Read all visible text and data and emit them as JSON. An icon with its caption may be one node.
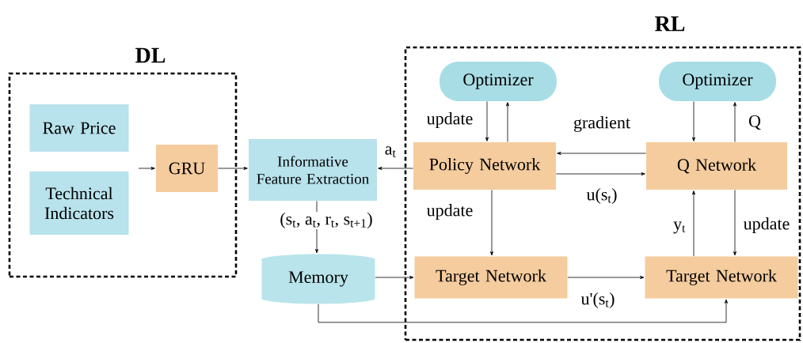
{
  "diagram": {
    "nodes": [
      {
        "text": [
          "DL"
        ]
      },
      {
        "text": [
          "Raw Price"
        ],
        "in": 0
      },
      {
        "text": [
          "Technical Indicators"
        ],
        "in": 0
      },
      {
        "text": [
          "GRU"
        ],
        "in": 0
      },
      {
        "text": [
          "RL"
        ]
      },
      {
        "text": [
          "Informative Feature Extraction"
        ]
      },
      {
        "text": [
          "Memory"
        ]
      },
      {
        "text": [
          "Optimizer"
        ],
        "in": 4
      },
      {
        "text": [
          "Optimizer"
        ],
        "in": 4
      },
      {
        "text": [
          "Policy Network"
        ],
        "in": 4
      },
      {
        "text": [
          "Q Network"
        ],
        "in": 4
      },
      {
        "text": [
          "Target  Network"
        ],
        "in": 4
      },
      {
        "text": [
          "Target  Network"
        ],
        "in": 4
      }
    ],
    "edges": [
      {
        "from": null,
        "to": 3,
        "arrow": "to"
      },
      {
        "from": 3,
        "to": 5,
        "arrow": "to"
      },
      {
        "from": 9,
        "to": 5,
        "arrow": "to",
        "label": "a$_{t}$"
      },
      {
        "from": 5,
        "to": 6,
        "arrow": "to",
        "label": "(s$_{t}$, a$_{t}$, r$_{t}$, s$_{t+1}$)"
      },
      {
        "from": 7,
        "to": 9,
        "arrow": "to",
        "label": "update"
      },
      {
        "from": 9,
        "to": 7,
        "arrow": "to"
      },
      {
        "from": 10,
        "to": 9,
        "arrow": "to",
        "label": "gradient"
      },
      {
        "from": 9,
        "to": 10,
        "arrow": "to",
        "label": "u(s$_{t}$)"
      },
      {
        "from": 8,
        "to": 10,
        "arrow": "to"
      },
      {
        "from": 10,
        "to": 8,
        "arrow": "to",
        "label": "Q"
      },
      {
        "from": 9,
        "to": 11,
        "arrow": "to",
        "label": "update"
      },
      {
        "from": 6,
        "to": 11,
        "arrow": "to"
      },
      {
        "from": 11,
        "to": 12,
        "arrow": "to",
        "label": "u'(s$_{t}$)"
      },
      {
        "from": 12,
        "to": 10,
        "arrow": "to",
        "label": "y$_{t}$"
      },
      {
        "from": 10,
        "to": 12,
        "arrow": "to",
        "label": "update"
      },
      {
        "from": 6,
        "to": 12,
        "arrow": "to"
      }
    ]
  }
}
